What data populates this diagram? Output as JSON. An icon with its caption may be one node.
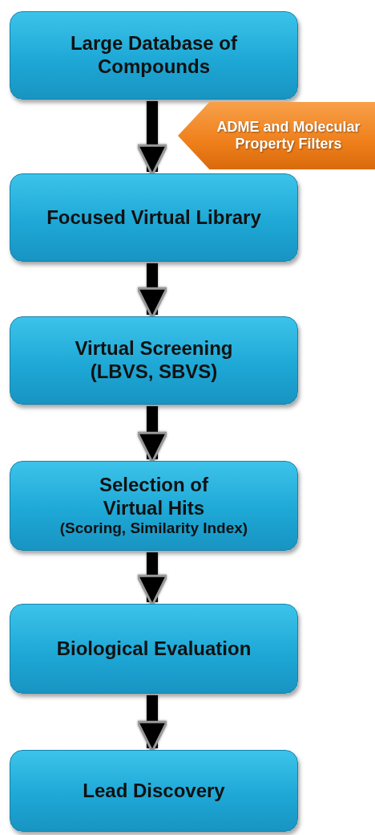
{
  "diagram": {
    "nodes": [
      {
        "text": [
          "Large Database of Compounds"
        ]
      },
      {
        "text": [
          "ADME and Molecular Property Filters"
        ]
      },
      {
        "text": [
          "Focused Virtual Library"
        ]
      },
      {
        "text": [
          "Virtual Screening (LBVS, SBVS)"
        ]
      },
      {
        "text": [
          "Selection of Virtual Hits",
          "(Scoring, Similarity Index)"
        ]
      },
      {
        "text": [
          "Biological Evaluation"
        ]
      },
      {
        "text": [
          "Lead Discovery"
        ]
      }
    ],
    "edges": [
      {
        "from": 0,
        "to": 2,
        "arrow": "to"
      },
      {
        "from": 2,
        "to": 3,
        "arrow": "to"
      },
      {
        "from": 3,
        "to": 4,
        "arrow": "to"
      },
      {
        "from": 4,
        "to": 5,
        "arrow": "to"
      },
      {
        "from": 5,
        "to": 6,
        "arrow": "to"
      }
    ]
  }
}
